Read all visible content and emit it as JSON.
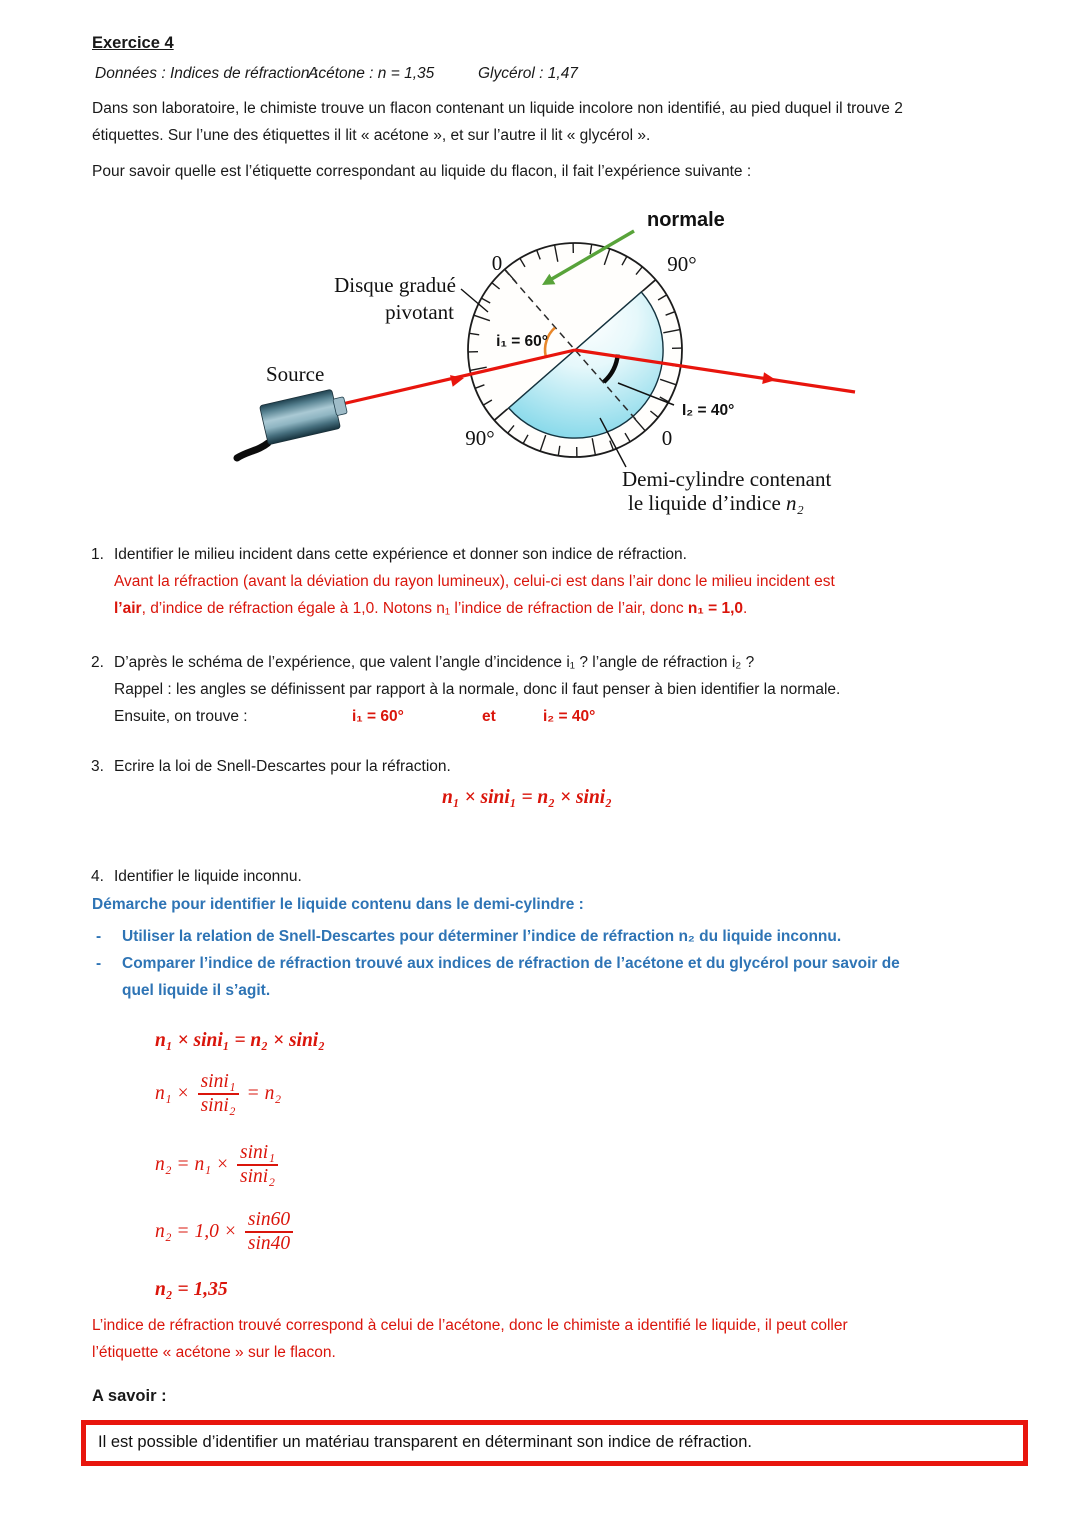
{
  "doc": {
    "title": "Exercice 4",
    "donnees": {
      "label": "Données : Indices de réfraction :",
      "acetone": "Acétone : n = 1,35",
      "glycerol": "Glycérol : 1,47"
    },
    "intro": [
      "Dans son laboratoire, le chimiste trouve un flacon contenant un liquide incolore non identifié, au pied duquel il trouve 2",
      "étiquettes. Sur l’une des étiquettes il lit « acétone », et sur l’autre il lit « glycérol »."
    ],
    "experience": "Pour savoir quelle est l’étiquette correspondant au liquide du flacon, il fait l’expérience suivante :"
  },
  "diagram": {
    "normale_label": "normale",
    "disque_label_line1": "Disque gradué",
    "disque_label_line2": "pivotant",
    "source_label": "Source",
    "i1_label": "i₁ = 60°",
    "i2_label": "I₂ = 40°",
    "scale_top_left": "0",
    "scale_top_right": "90°",
    "scale_bottom_left": "90°",
    "scale_bottom_right": "0",
    "demi_label_line1": "Demi-cylindre contenant",
    "demi_label_line2a": "le liquide d’indice ",
    "demi_label_line2b": "n₂",
    "colors": {
      "ray_red": "#e8150d",
      "normal_green": "#58a33a",
      "angle_orange": "#e8872b",
      "liquid_cyan": "#72d2e6"
    }
  },
  "q1": {
    "num": "1.",
    "text": "Identifier le milieu incident dans cette expérience et donner son indice de réfraction.",
    "answer_line1": "Avant la réfraction (avant la déviation du rayon lumineux), celui-ci est dans l’air donc le milieu incident est",
    "answer_line2_bold1": "l’air",
    "answer_line2_mid": ", d’indice de réfraction égale à 1,0. Notons n₁ l’indice de réfraction de l’air, donc ",
    "answer_line2_bold2": "n₁ = 1,0",
    "answer_line2_end": "."
  },
  "q2": {
    "num": "2.",
    "text": "D’après le schéma de l’expérience, que valent l’angle d’incidence i₁ ? l’angle de réfraction i₂ ?",
    "rappel": "Rappel : les angles se définissent par rapport à la normale, donc il faut penser à bien identifier la normale.",
    "ensuite": "Ensuite, on trouve :",
    "i1_value": "i₁ = 60°",
    "et": "et",
    "i2_value": "i₂ = 40°"
  },
  "q3": {
    "num": "3.",
    "text": "Ecrire la loi de Snell-Descartes pour la réfraction.",
    "formula": "n₁ × sini₁ = n₂ × sini₂"
  },
  "q4": {
    "num": "4.",
    "text": "Identifier le liquide inconnu.",
    "demarche": "Démarche pour identifier le liquide contenu dans le demi-cylindre :",
    "bullet_dash": "-",
    "bullet1": "Utiliser la relation de Snell-Descartes pour déterminer l’indice de réfraction n₂ du liquide inconnu.",
    "bullet2_line1": "Comparer l’indice de réfraction trouvé aux indices de réfraction de l’acétone et du glycérol pour savoir de",
    "bullet2_line2": "quel liquide il s’agit."
  },
  "derivation": {
    "line1": "n₁ × sini₁ = n₂ × sini₂",
    "line2_pre": "n₁ ×",
    "line2_num": "sini₁",
    "line2_den": "sini₂",
    "line2_post": "= n₂",
    "line3_pre": "n₂ = n₁ ×",
    "line3_num": "sini₁",
    "line3_den": "sini₂",
    "line4_pre": "n₂ = 1,0 ×",
    "line4_num": "sin60",
    "line4_den": "sin40",
    "line5": "n₂ = 1,35"
  },
  "outro": {
    "conclusion_line1": "L’indice de réfraction trouvé correspond à celui de l’acétone, donc le chimiste a identifié le liquide, il peut coller",
    "conclusion_line2": "l’étiquette « acétone » sur le flacon.",
    "a_savoir": "A savoir :",
    "box_text": "Il est possible d’identifier un matériau transparent en déterminant son indice de réfraction."
  }
}
